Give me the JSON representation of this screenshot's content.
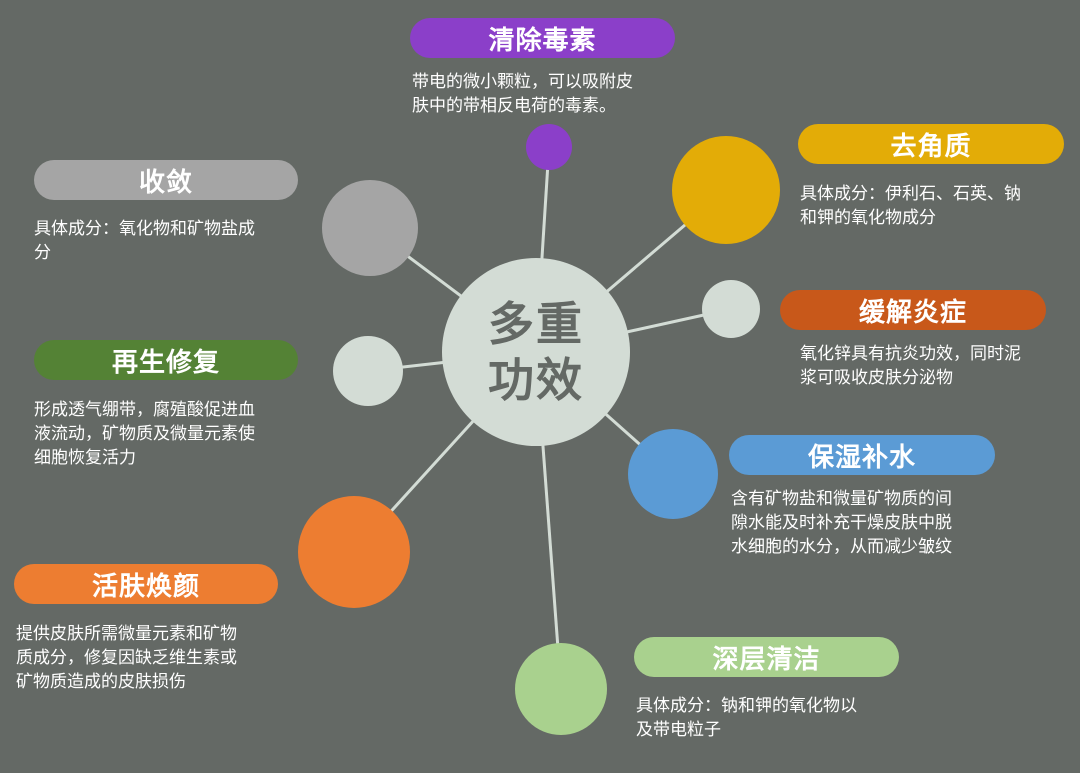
{
  "center": {
    "line1": "多重",
    "line2": "功效"
  },
  "colors": {
    "background": "#646965",
    "center": "#d3dcd5",
    "line": "#d3dcd5",
    "detox": "#8b3fc9",
    "exfoliate": "#e3ac07",
    "soothe": "#c8581a",
    "hydrate": "#5b9bd5",
    "cleanse": "#a9d18e",
    "revitalize": "#ed7d31",
    "repair": "#548235",
    "astringent": "#a5a5a5"
  },
  "nodes": [
    {
      "key": "detox",
      "title": "清除毒素",
      "desc": [
        "带电的微小颗粒，可以吸附皮",
        "肤中的带相反电荷的毒素。"
      ]
    },
    {
      "key": "exfoliate",
      "title": "去角质",
      "desc": [
        "具体成分：伊利石、石英、钠",
        "和钾的氧化物成分"
      ]
    },
    {
      "key": "soothe",
      "title": "缓解炎症",
      "desc": [
        "氧化锌具有抗炎功效，同时泥",
        "浆可吸收皮肤分泌物"
      ]
    },
    {
      "key": "hydrate",
      "title": "保湿补水",
      "desc": [
        "含有矿物盐和微量矿物质的间",
        "隙水能及时补充干燥皮肤中脱",
        "水细胞的水分，从而减少皱纹"
      ]
    },
    {
      "key": "cleanse",
      "title": "深层清洁",
      "desc": [
        "具体成分：钠和钾的氧化物以",
        "及带电粒子"
      ]
    },
    {
      "key": "revitalize",
      "title": "活肤焕颜",
      "desc": [
        "提供皮肤所需微量元素和矿物",
        "质成分，修复因缺乏维生素或",
        "矿物质造成的皮肤损伤"
      ]
    },
    {
      "key": "repair",
      "title": "再生修复",
      "desc": [
        "形成透气绷带，腐殖酸促进血",
        "液流动，矿物质及微量元素使",
        "细胞恢复活力"
      ]
    },
    {
      "key": "astringent",
      "title": "收敛",
      "desc": [
        "具体成分：氧化物和矿物盐成",
        "分"
      ]
    }
  ]
}
